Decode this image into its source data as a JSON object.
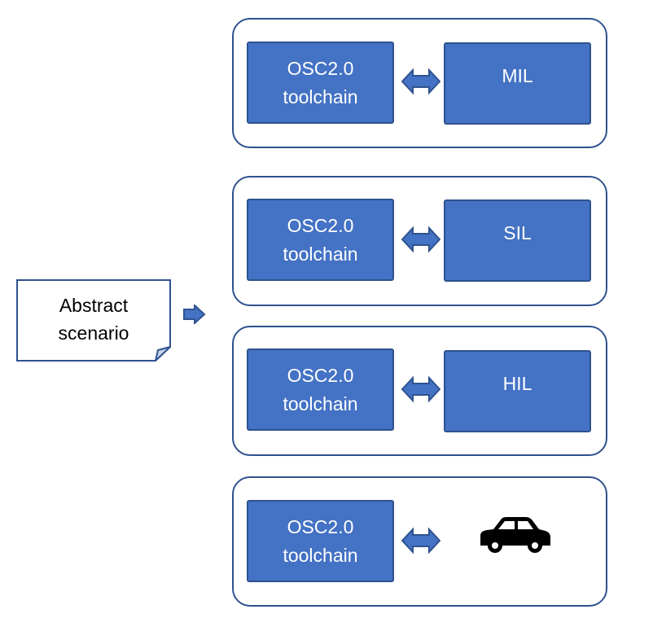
{
  "diagram": {
    "input": {
      "lines": [
        "Abstract",
        "scenario"
      ]
    },
    "toolchain_lines": [
      "OSC2.0",
      "toolchain"
    ],
    "rows": [
      {
        "target": "MIL"
      },
      {
        "target": "SIL"
      },
      {
        "target": "HIL"
      },
      {
        "target": "",
        "target_icon": "car-icon"
      }
    ],
    "colors": {
      "block_fill": "#4472c4",
      "block_border": "#2f528f",
      "frame_border": "#2f528f",
      "text_on_block": "#ffffff",
      "text": "#000000"
    }
  }
}
